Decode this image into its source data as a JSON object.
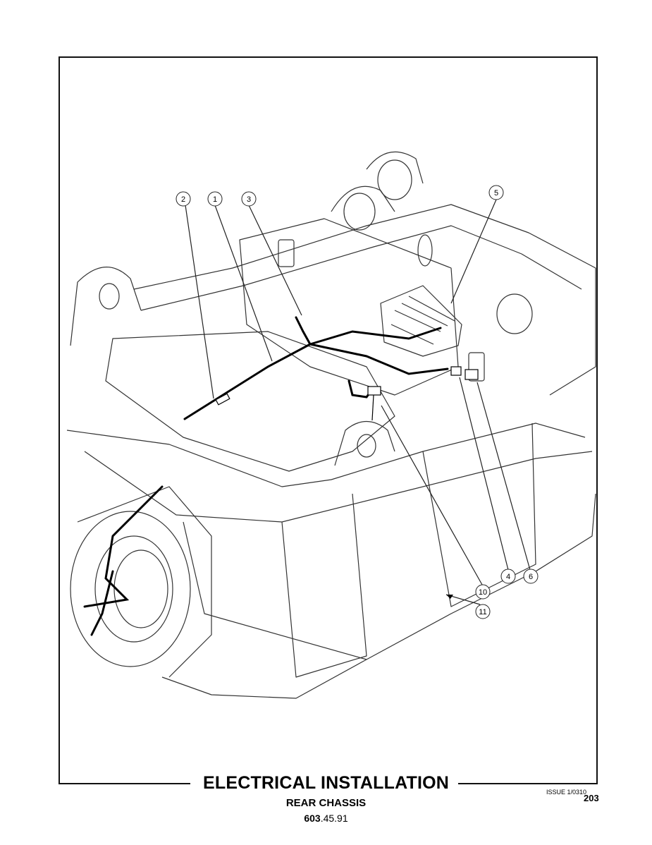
{
  "title": "ELECTRICAL INSTALLATION",
  "subtitle": "REAR CHASSIS",
  "code": {
    "bold": "603",
    "rest": ".45.91"
  },
  "issue": "ISSUE 1/0310",
  "page_number": "203",
  "callouts": [
    "1",
    "2",
    "3",
    "4",
    "5",
    "6",
    "10",
    "11"
  ]
}
